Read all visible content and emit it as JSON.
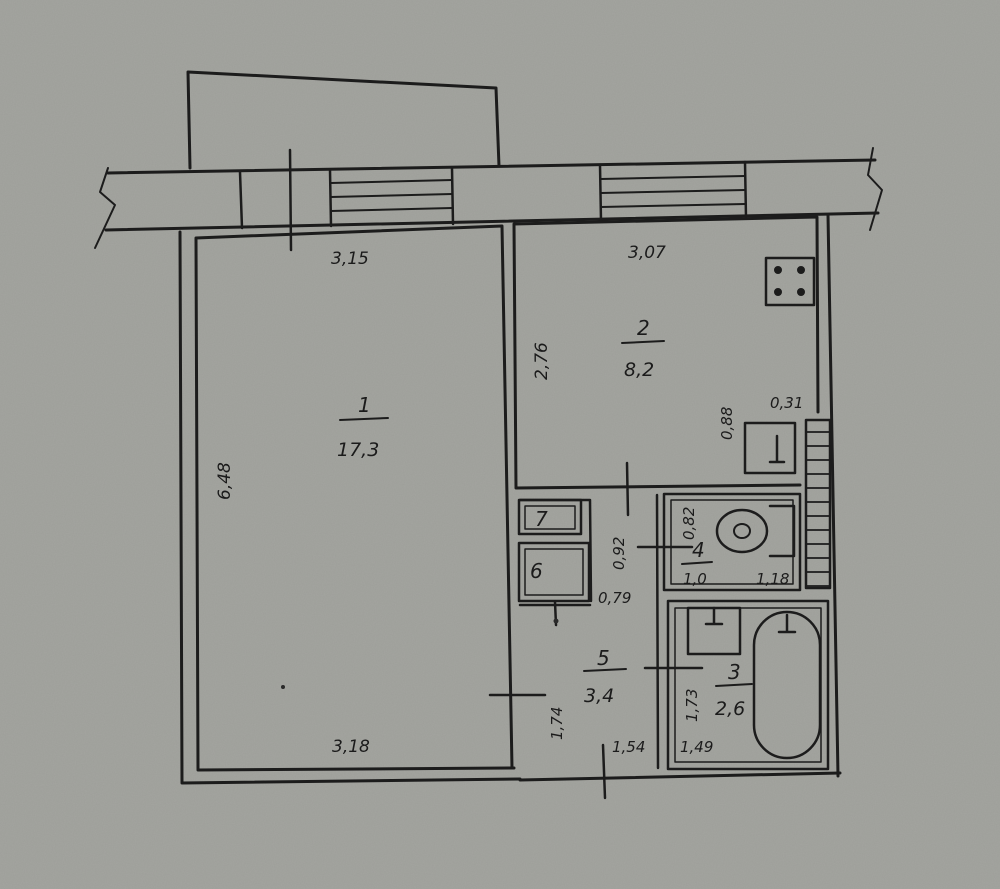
{
  "rooms": {
    "r1": {
      "number": "1",
      "area": "17,3"
    },
    "r2": {
      "number": "2",
      "area": "8,2"
    },
    "r3": {
      "number": "3",
      "area": "2,6"
    },
    "r4": {
      "number": "4",
      "area": "1,0"
    },
    "r5": {
      "number": "5",
      "area": "3,4"
    },
    "r6": {
      "number": "6"
    },
    "r7": {
      "number": "7"
    }
  },
  "dimensions": {
    "r1_top": "3,15",
    "r1_side": "6,48",
    "r1_bottom": "3,18",
    "r2_top": "3,07",
    "r2_side": "2,76",
    "d_088": "0,88",
    "d_031": "0,31",
    "d_092": "0,92",
    "d_079": "0,79",
    "d_082": "0,82",
    "d_118": "1,18",
    "d_173": "1,73",
    "d_149": "1,49",
    "d_174": "1,74",
    "d_154": "1,54"
  }
}
